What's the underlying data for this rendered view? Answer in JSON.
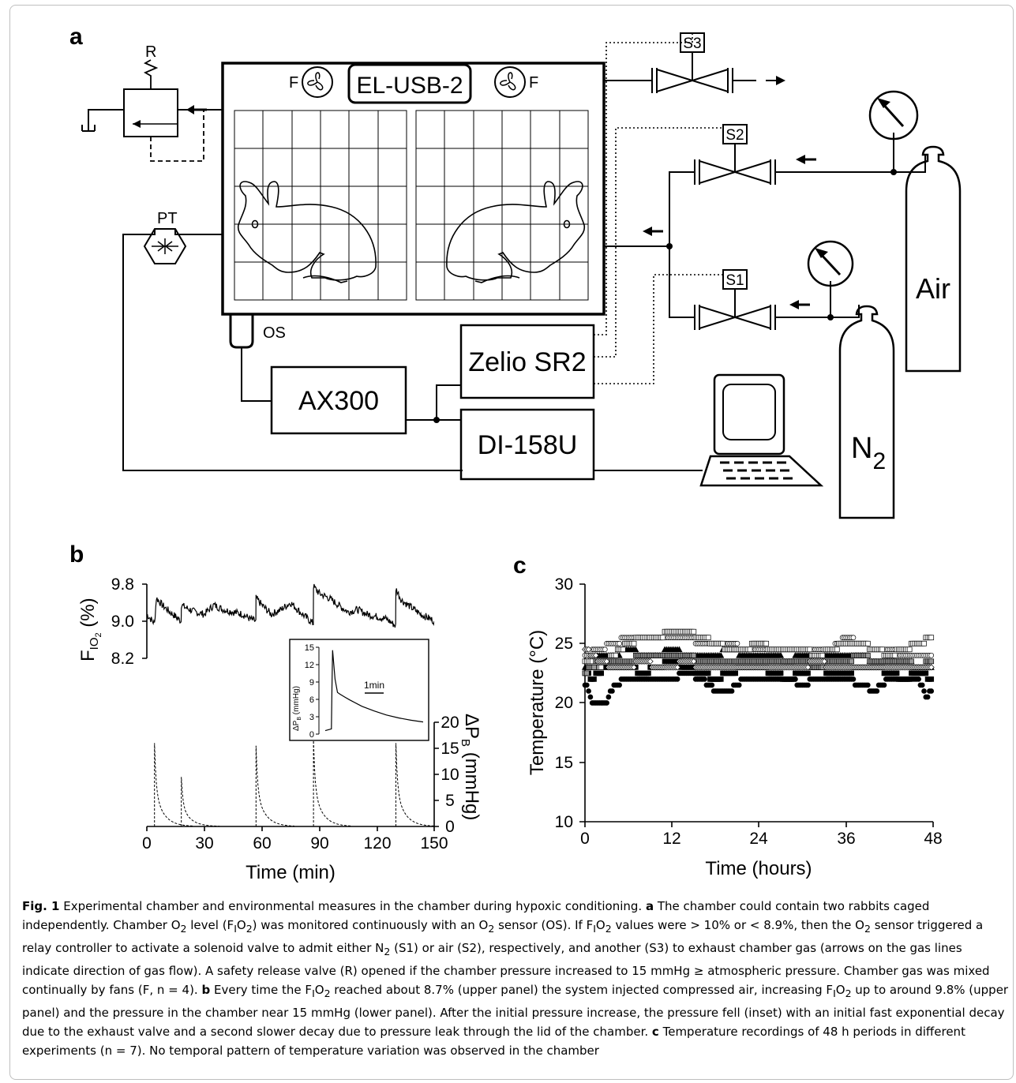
{
  "panels": {
    "a": {
      "label": "a",
      "devices": {
        "datalogger": "EL-USB-2",
        "controller": "Zelio SR2",
        "analyzer": "AX300",
        "daq": "DI-158U",
        "nitrogen_main": "N",
        "nitrogen_sub": "2",
        "air": "Air"
      },
      "valves": [
        "S1",
        "S2",
        "S3"
      ],
      "tags": {
        "relief": "R",
        "pressure_transducer": "PT",
        "oxygen_sensor": "OS",
        "fan": "F"
      }
    },
    "b": {
      "label": "b"
    },
    "c": {
      "label": "c"
    }
  },
  "chart_data": [
    {
      "panel": "b-upper",
      "type": "line",
      "ylabel_main": "F",
      "ylabel_sub1": "I",
      "ylabel_sub2": "O",
      "ylabel_sub3": "2",
      "ylabel_unit": " (%)",
      "yticks": [
        "9.8",
        "9.0",
        "8.2"
      ],
      "ytick_values": [
        9.8,
        9.0,
        8.2
      ],
      "ylim": [
        8.2,
        9.8
      ],
      "xlim": [
        0,
        150
      ],
      "injection_times_min": [
        4,
        18,
        57,
        87,
        130
      ],
      "series": [
        {
          "x": [
            0,
            4,
            5,
            8,
            12,
            15,
            17.9,
            18,
            20,
            25,
            30,
            35,
            40,
            45,
            50,
            54,
            56.9,
            57,
            60,
            65,
            70,
            75,
            80,
            84,
            86.9,
            87,
            90,
            95,
            100,
            105,
            110,
            115,
            120,
            125,
            129.9,
            130,
            133,
            138,
            143,
            148,
            150
          ],
          "y": [
            9.15,
            8.95,
            9.5,
            9.35,
            9.2,
            9.1,
            9.0,
            9.35,
            9.3,
            9.2,
            9.15,
            9.35,
            9.25,
            9.2,
            9.15,
            9.05,
            9.0,
            9.5,
            9.35,
            9.15,
            9.25,
            9.4,
            9.2,
            9.05,
            8.95,
            9.75,
            9.6,
            9.5,
            9.35,
            9.2,
            9.25,
            9.15,
            9.1,
            9.05,
            8.9,
            9.7,
            9.45,
            9.3,
            9.15,
            9.05,
            9.0
          ]
        }
      ]
    },
    {
      "panel": "b-lower",
      "type": "line",
      "xlabel": "Time (min)",
      "ylabel_main": "ΔP",
      "ylabel_sub": "B",
      "ylabel_unit": " (mmHg)",
      "xticks": [
        "0",
        "30",
        "60",
        "90",
        "120",
        "150"
      ],
      "xtick_values": [
        0,
        30,
        60,
        90,
        120,
        150
      ],
      "yticks": [
        "20",
        "15",
        "10",
        "5",
        "0"
      ],
      "ytick_values": [
        20,
        15,
        10,
        5,
        0
      ],
      "xlim": [
        0,
        150
      ],
      "ylim": [
        0,
        20
      ],
      "peaks": [
        {
          "t": 4,
          "peak": 16
        },
        {
          "t": 18,
          "peak": 9.5
        },
        {
          "t": 57,
          "peak": 15.5
        },
        {
          "t": 87,
          "peak": 16.5
        },
        {
          "t": 130,
          "peak": 16
        }
      ]
    },
    {
      "panel": "b-inset",
      "type": "line",
      "ylabel_main": "ΔP",
      "ylabel_sub": "B",
      "ylabel_unit": " (mmHg)",
      "yticks": [
        "15",
        "12",
        "9",
        "6",
        "3",
        "0"
      ],
      "ytick_values": [
        15,
        12,
        9,
        6,
        3,
        0
      ],
      "ylim": [
        0,
        15
      ],
      "scale_bar": "1min",
      "series": [
        {
          "x": [
            0,
            0.5,
            0.55,
            0.6,
            0.8,
            1.0,
            1.2,
            1.6,
            2,
            3,
            4,
            5,
            6,
            7,
            8
          ],
          "y": [
            0.6,
            0.9,
            8,
            14.5,
            9.5,
            7.2,
            6.9,
            6.4,
            5.9,
            4.8,
            4.0,
            3.3,
            2.8,
            2.4,
            2.1
          ]
        }
      ]
    },
    {
      "panel": "c",
      "type": "scatter",
      "xlabel": "Time (hours)",
      "ylabel": "Temperature (°C)",
      "xticks": [
        "0",
        "12",
        "24",
        "36",
        "48"
      ],
      "xtick_values": [
        0,
        12,
        24,
        36,
        48
      ],
      "yticks": [
        "30",
        "25",
        "20",
        "15",
        "10"
      ],
      "ytick_values": [
        30,
        25,
        20,
        15,
        10
      ],
      "xlim": [
        0,
        48
      ],
      "ylim": [
        10,
        30
      ],
      "series": [
        {
          "marker": "black-circle",
          "x": [
            0,
            0.5,
            1,
            2,
            3,
            4,
            6,
            8,
            10,
            12,
            14,
            16,
            18,
            20,
            22,
            24,
            26,
            28,
            30,
            32,
            34,
            36,
            38,
            40,
            42,
            44,
            46,
            47,
            48
          ],
          "y": [
            21.5,
            21,
            20,
            20,
            20,
            21.5,
            22,
            22,
            22,
            22,
            22.5,
            22,
            21,
            21,
            22,
            22,
            22,
            22,
            21.5,
            22,
            22,
            22,
            21.5,
            21,
            22,
            22,
            22,
            20.5,
            21
          ]
        },
        {
          "marker": "black-square",
          "x": [
            0,
            1,
            2,
            3,
            4,
            6,
            8,
            10,
            12,
            14,
            16,
            18,
            20,
            22,
            24,
            26,
            28,
            30,
            32,
            34,
            36,
            38,
            40,
            42,
            44,
            46,
            48
          ],
          "y": [
            22.5,
            22,
            22.5,
            23,
            23,
            23,
            22.5,
            23,
            23.5,
            23,
            22.5,
            22,
            22.5,
            23,
            23,
            22.5,
            22,
            22.5,
            23,
            22.5,
            22.5,
            23,
            23,
            22.5,
            22,
            22.5,
            22
          ]
        },
        {
          "marker": "black-triangle",
          "x": [
            0,
            2,
            4,
            6,
            8,
            10,
            12,
            14,
            16,
            18,
            20,
            22,
            24,
            26,
            28,
            30,
            32,
            34,
            36,
            38,
            40,
            42,
            44,
            46,
            48
          ],
          "y": [
            23,
            24,
            24,
            24.5,
            24,
            24,
            24.5,
            24,
            24,
            24,
            24.5,
            24,
            24,
            24,
            23.5,
            24,
            23.5,
            24,
            24,
            24,
            23.5,
            23.5,
            23.5,
            23,
            23
          ]
        },
        {
          "marker": "white-circle",
          "x": [
            0,
            2,
            4,
            6,
            8,
            10,
            12,
            14,
            16,
            18,
            20,
            22,
            24,
            26,
            28,
            30,
            32,
            34,
            36,
            38,
            40,
            42,
            44,
            46,
            48
          ],
          "y": [
            24,
            24.5,
            25,
            25.5,
            25.5,
            25.5,
            25.5,
            25.5,
            25,
            25,
            25,
            24.5,
            24.5,
            24.5,
            24.5,
            24.5,
            24.5,
            24.5,
            25.5,
            25,
            24.5,
            24.5,
            24,
            24,
            24
          ]
        },
        {
          "marker": "white-square",
          "x": [
            0,
            2,
            4,
            6,
            8,
            10,
            12,
            14,
            16,
            18,
            20,
            22,
            24,
            26,
            28,
            30,
            32,
            34,
            36,
            38,
            40,
            42,
            44,
            46,
            48
          ],
          "y": [
            23.5,
            23,
            24,
            25,
            25.5,
            25.5,
            26,
            26,
            25.5,
            25,
            24.5,
            24.5,
            25,
            24.5,
            24.5,
            24.5,
            24,
            24.5,
            25,
            25,
            24.5,
            24,
            24.5,
            25,
            25.5
          ]
        },
        {
          "marker": "grey-square",
          "x": [
            0,
            2,
            4,
            6,
            8,
            10,
            12,
            14,
            16,
            18,
            20,
            22,
            24,
            26,
            28,
            30,
            32,
            34,
            36,
            38,
            40,
            42,
            44,
            46,
            48
          ],
          "y": [
            22.5,
            23.5,
            23.5,
            23.5,
            24,
            24,
            24,
            24,
            23.5,
            23.5,
            23.5,
            23.5,
            23.5,
            23.5,
            23.5,
            23.5,
            23,
            23.5,
            23.5,
            24,
            23.5,
            23.5,
            23.5,
            23,
            23.5
          ]
        },
        {
          "marker": "white-diamond",
          "x": [
            0,
            2,
            4,
            6,
            8,
            10,
            12,
            14,
            16,
            18,
            20,
            22,
            24,
            26,
            28,
            30,
            32,
            34,
            36,
            38,
            40,
            42,
            44,
            46,
            48
          ],
          "y": [
            24.5,
            23.5,
            23,
            23,
            23.5,
            23,
            23,
            23.5,
            23,
            23,
            23,
            23,
            23,
            23,
            23,
            23,
            23.5,
            23,
            23,
            23,
            23,
            23,
            23,
            23,
            23
          ]
        }
      ]
    }
  ],
  "caption": {
    "fig": "Fig. 1",
    "s1": "  Experimental chamber and environmental measures in the chamber during hypoxic conditioning. ",
    "a": "a",
    "s2": " The chamber could contain two rabbits caged independently. Chamber O",
    "s3": " level (F",
    "s4": "O",
    "s5": ") was monitored continuously with an O",
    "s6": " sensor (OS). If F",
    "s7": "O",
    "s8": " values were > 10% or < 8.9%, then the O",
    "s9": " sensor triggered a relay controller to activate a solenoid valve to admit either N",
    "s10": " (S1) or air (S2), respectively, and another (S3) to exhaust chamber gas (arrows on the gas lines indicate direction of gas flow). A safety release valve (R) opened if the chamber pressure increased to 15 mmHg ≥ atmospheric pressure. Chamber gas was mixed continually by fans (F, n = 4). ",
    "b": "b",
    "s11": " Every time the F",
    "s12": "O",
    "s13": " reached about 8.7% (upper panel) the system injected compressed air, increasing F",
    "s14": "O",
    "s15": " up to around 9.8% (upper panel) and the pressure in the chamber near 15 mmHg (lower panel). After the initial pressure increase, the pressure fell (inset) with an initial fast exponential decay due to the exhaust valve and a second slower decay due to pressure leak through the lid of the chamber. ",
    "c": "c",
    "s16": " Temperature recordings of 48 h periods in different experiments (n = 7). No temporal pattern of temperature variation was observed in the chamber",
    "sub2": "2",
    "subI": "I"
  }
}
